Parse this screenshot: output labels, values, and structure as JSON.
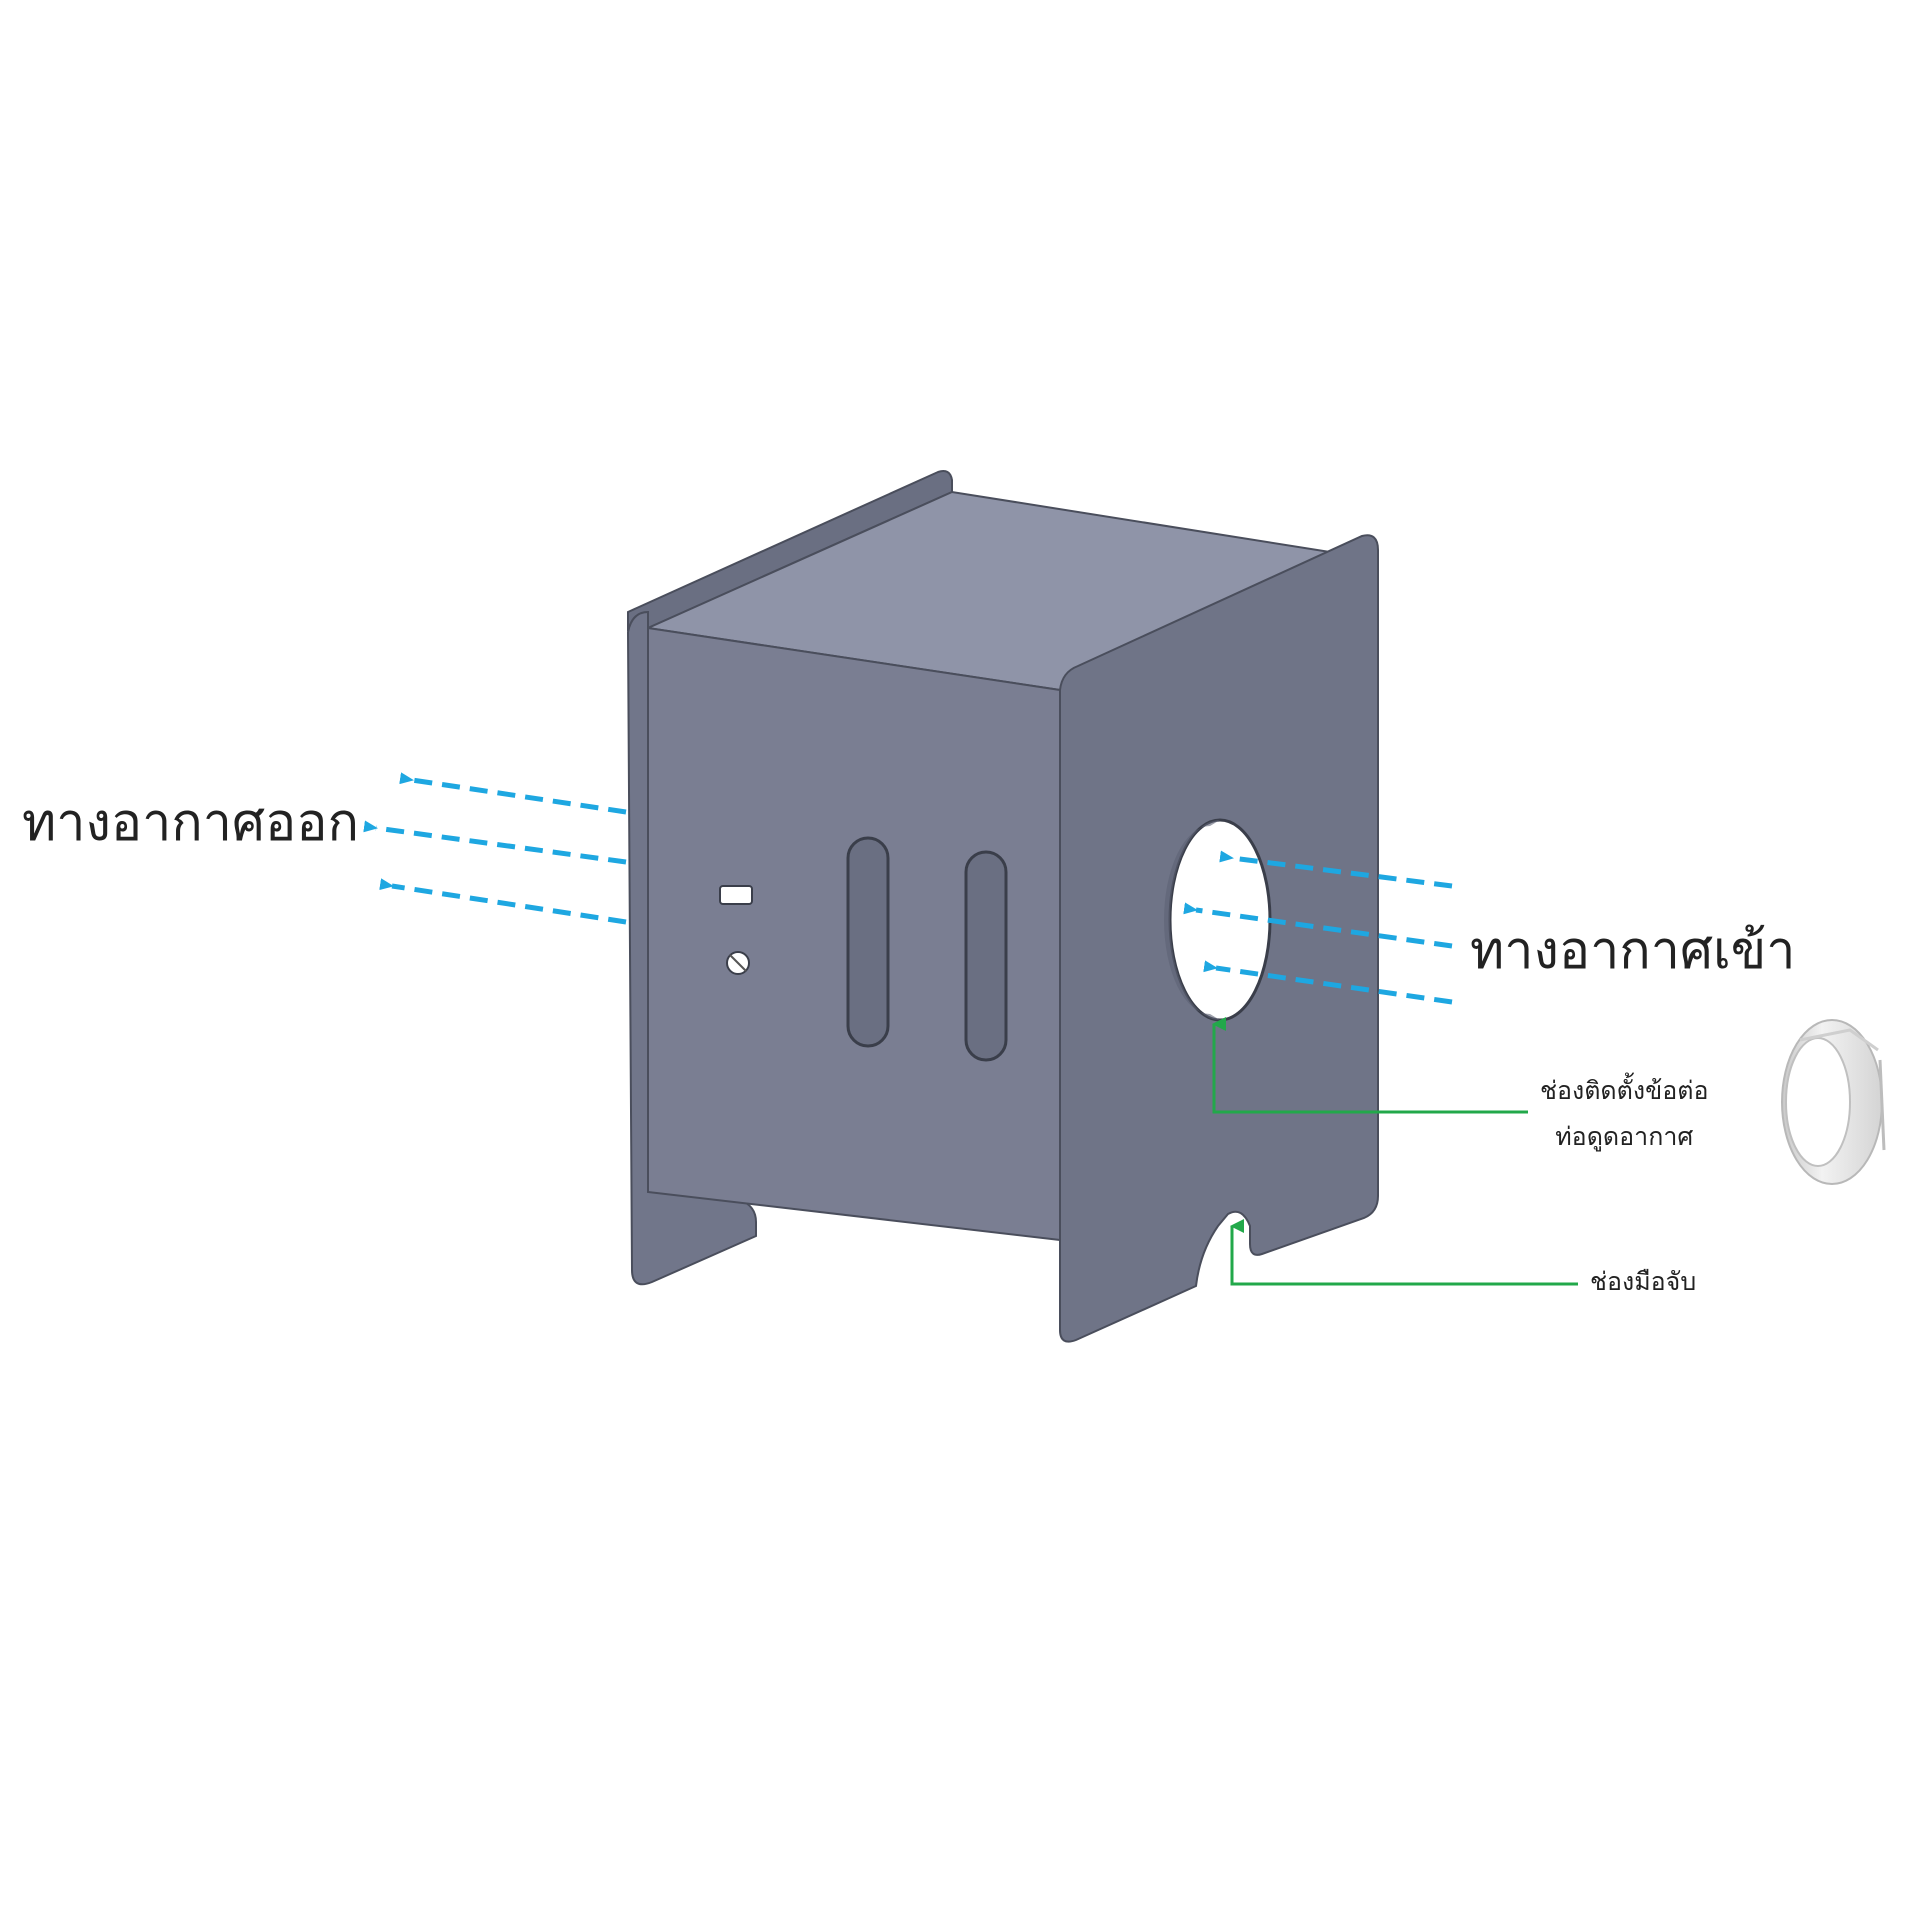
{
  "labels": {
    "air_out": "ทางอากาศออก",
    "air_in": "ทางอากาศเข้า",
    "duct_mount_line1": "ช่องติดตั้งข้อต่อ",
    "duct_mount_line2": "ท่อดูดอากาศ",
    "hand_grip": "ช่องมือจับ"
  },
  "colors": {
    "airflow_arrow": "#1ea7e1",
    "callout_line": "#22a84a",
    "panel_front": "#7a7e92",
    "panel_top": "#9095a8",
    "panel_side": "#6e7386",
    "background": "#ffffff"
  },
  "icons": {
    "box": "sheet-metal-box",
    "coupling": "duct-coupling-ring"
  }
}
